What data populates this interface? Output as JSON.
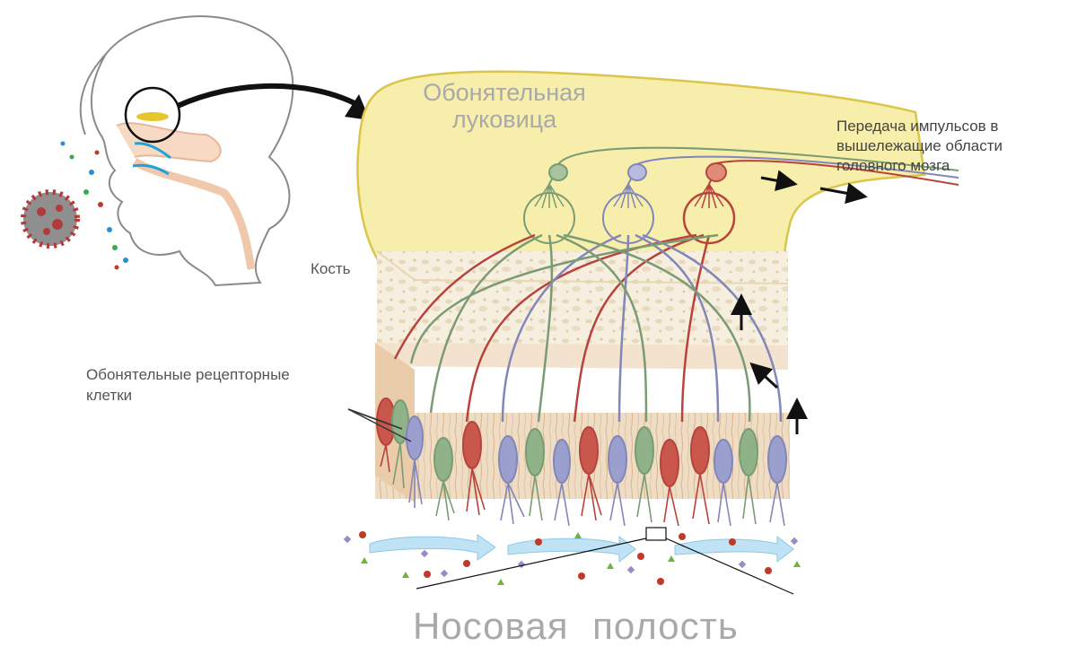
{
  "labels": {
    "olfactory_bulb": "Обонятельная\nлуковица",
    "bone": "Кость",
    "receptor_cells": "Обонятельные рецепторные\nклетки",
    "impulse_transmission": "Передача импульсов в\nвышележащие области\nголовного мозга",
    "nasal_cavity": "Носовая  полость"
  },
  "colors": {
    "bulb_fill": "#f6eeaa",
    "bulb_outline": "#d9c64a",
    "bone_fill": "#f4ecd9",
    "epithelium_fill": "#eed6bb",
    "neuron_red": "#b8433c",
    "neuron_green": "#7a9c74",
    "neuron_purple": "#8287b8",
    "airflow": "#a7d6ee",
    "head_outline": "#8a8a8a",
    "virus": "#b23a3a"
  },
  "icons": {
    "virus": "coronavirus-icon",
    "arrows": "arrow-icon"
  }
}
